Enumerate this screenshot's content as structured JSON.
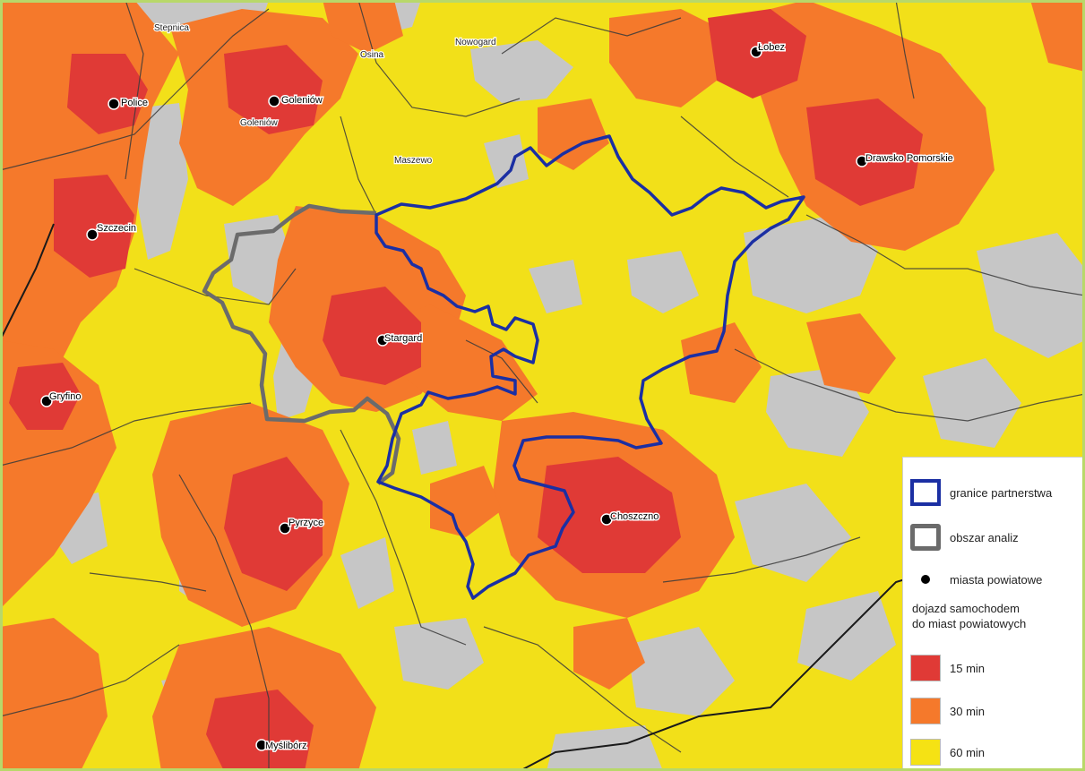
{
  "map": {
    "cities": [
      {
        "name": "Police"
      },
      {
        "name": "Goleniów"
      },
      {
        "name": "Szczecin"
      },
      {
        "name": "Stargard"
      },
      {
        "name": "Gryfino"
      },
      {
        "name": "Pyrzyce"
      },
      {
        "name": "Choszczno"
      },
      {
        "name": "Myślibórz"
      },
      {
        "name": "Łobez"
      },
      {
        "name": "Drawsko Pomorskie"
      }
    ],
    "towns": [
      "Stepnica",
      "Osina",
      "Nowogard",
      "Goleniów",
      "Maszewo"
    ]
  },
  "legend": {
    "partnership_border": "granice partnerstwa",
    "analysis_area": "obszar analiz",
    "county_towns": "miasta powiatowe",
    "travel_caption_line1": "dojazd samochodem",
    "travel_caption_line2": "do miast powiatowych",
    "classes": [
      {
        "label": "15 min",
        "color": "#e03a36"
      },
      {
        "label": "30 min",
        "color": "#f5792b"
      },
      {
        "label": "60 min",
        "color": "#f5e214"
      }
    ],
    "partnership_color": "#1b2fa3",
    "analysis_color": "#6b6b6b"
  },
  "colors": {
    "background": "#f2e019",
    "gray_area": "#c8c8c8",
    "boundary": "#3a3a3a"
  }
}
